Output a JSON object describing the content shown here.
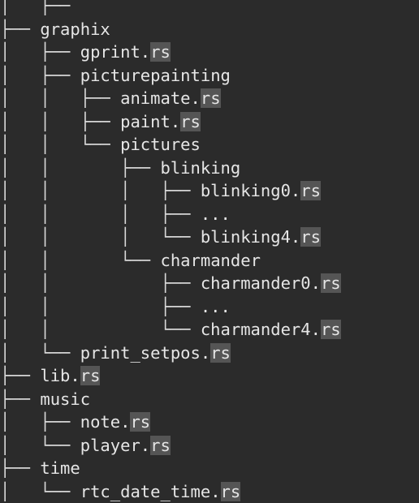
{
  "tree": {
    "rows": [
      {
        "guides": "│   ├── ",
        "name": "",
        "ext": ""
      },
      {
        "guides": "├── ",
        "name": "graphix",
        "ext": ""
      },
      {
        "guides": "│   ├── ",
        "name": "gprint.",
        "ext": "rs"
      },
      {
        "guides": "│   ├── ",
        "name": "picturepainting",
        "ext": ""
      },
      {
        "guides": "│   │   ├── ",
        "name": "animate.",
        "ext": "rs"
      },
      {
        "guides": "│   │   ├── ",
        "name": "paint.",
        "ext": "rs"
      },
      {
        "guides": "│   │   └── ",
        "name": "pictures",
        "ext": ""
      },
      {
        "guides": "│   │       ├── ",
        "name": "blinking",
        "ext": ""
      },
      {
        "guides": "│   │       │   ├── ",
        "name": "blinking0.",
        "ext": "rs"
      },
      {
        "guides": "│   │       │   ├── ",
        "name": "...",
        "ext": ""
      },
      {
        "guides": "│   │       │   └── ",
        "name": "blinking4.",
        "ext": "rs"
      },
      {
        "guides": "│   │       └── ",
        "name": "charmander",
        "ext": ""
      },
      {
        "guides": "│   │           ├── ",
        "name": "charmander0.",
        "ext": "rs"
      },
      {
        "guides": "│   │           ├── ",
        "name": "...",
        "ext": ""
      },
      {
        "guides": "│   │           └── ",
        "name": "charmander4.",
        "ext": "rs"
      },
      {
        "guides": "│   └── ",
        "name": "print_setpos.",
        "ext": "rs"
      },
      {
        "guides": "├── ",
        "name": "lib.",
        "ext": "rs"
      },
      {
        "guides": "├── ",
        "name": "music",
        "ext": ""
      },
      {
        "guides": "│   ├── ",
        "name": "note.",
        "ext": "rs"
      },
      {
        "guides": "│   └── ",
        "name": "player.",
        "ext": "rs"
      },
      {
        "guides": "├── ",
        "name": "time",
        "ext": ""
      },
      {
        "guides": "│   └── ",
        "name": "rtc_date_time.",
        "ext": "rs"
      }
    ]
  }
}
